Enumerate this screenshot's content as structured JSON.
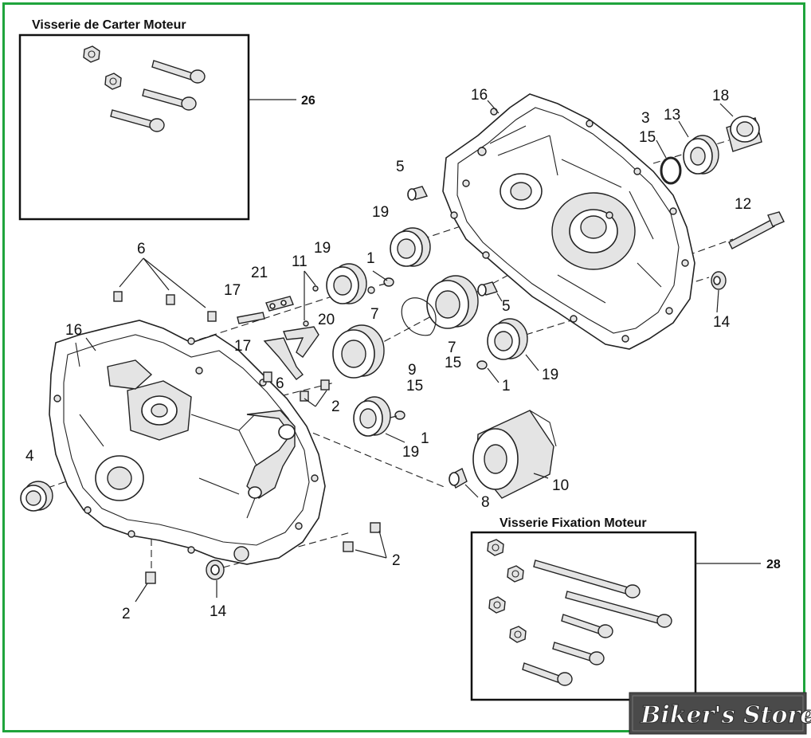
{
  "boxes": {
    "carter": {
      "title": "Visserie de Carter Moteur",
      "ref": "26"
    },
    "fixation": {
      "title": "Visserie Fixation Moteur",
      "ref": "28"
    }
  },
  "labels": {
    "l16a": "16",
    "l3": "3",
    "l13": "13",
    "l18": "18",
    "l15a": "15",
    "l5a": "5",
    "l12": "12",
    "l19a": "19",
    "l6a": "6",
    "l21": "21",
    "l11": "11",
    "l19b": "19",
    "l1a": "1",
    "l17a": "17",
    "l20": "20",
    "l7a": "7",
    "l5b": "5",
    "l14a": "14",
    "l16b": "16",
    "l17b": "17",
    "l9": "9",
    "l15b": "15",
    "l7b": "7",
    "l15c": "15",
    "l19c": "19",
    "l1b": "1",
    "l6b": "6",
    "l2a": "2",
    "l1c": "1",
    "l19d": "19",
    "l4": "4",
    "l10": "10",
    "l8": "8",
    "l2b": "2",
    "l2c": "2",
    "l14b": "14"
  },
  "watermark": "Biker's Store"
}
